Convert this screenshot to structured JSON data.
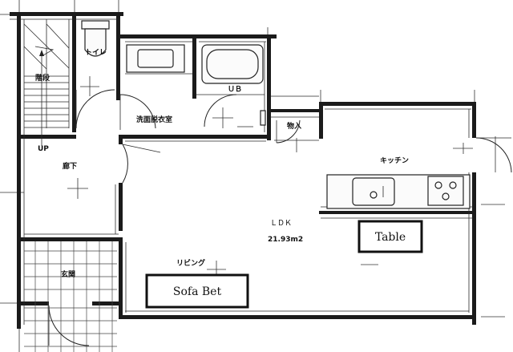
{
  "rooms": {
    "toilet": "トイレ",
    "stairs": "階段",
    "stairs_up": "UP",
    "unit_bath": "ＵＢ",
    "washroom": "洗面脱衣室",
    "storage": "物入",
    "kitchen": "キッチン",
    "hallway": "廊下",
    "ldk": "ＬＤＫ",
    "ldk_area": "21.93m2",
    "living": "リビング",
    "entrance": "玄関"
  },
  "furniture": {
    "table": "Table",
    "sofa_bed": "Sofa Bet"
  }
}
